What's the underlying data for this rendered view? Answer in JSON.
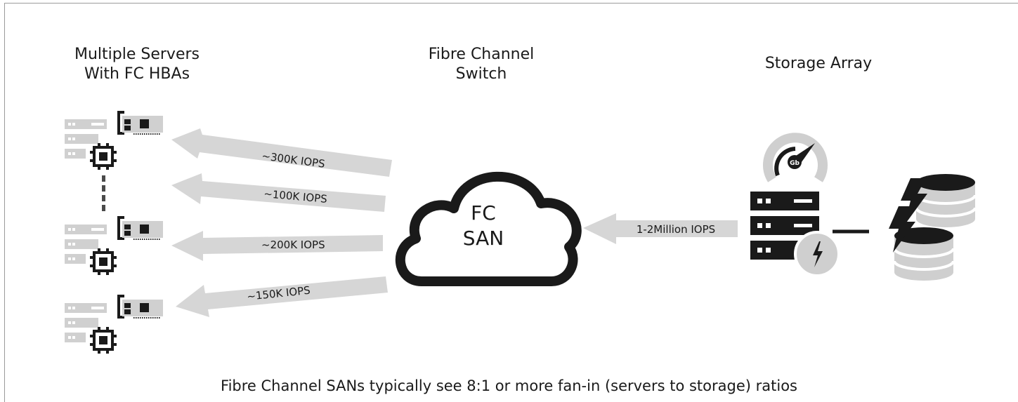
{
  "headings": {
    "servers": [
      "Multiple Servers",
      "With FC HBAs"
    ],
    "switch": [
      "Fibre Channel",
      "Switch"
    ],
    "storage": "Storage Array"
  },
  "cloud": {
    "line1": "FC",
    "line2": "SAN"
  },
  "gauge_label": "Gb",
  "arrows": {
    "server1": "~300K IOPS",
    "server2": "~100K IOPS",
    "server3": "~200K IOPS",
    "server4": "~150K IOPS",
    "storage": "1-2Million IOPS"
  },
  "caption": "Fibre Channel SANs typically see 8:1 or more fan-in (servers to storage) ratios",
  "colors": {
    "arrow": "#d6d6d6",
    "icon_dark": "#1a1a1a",
    "icon_light": "#d0d0d0",
    "frame": "#9a9a9a"
  }
}
